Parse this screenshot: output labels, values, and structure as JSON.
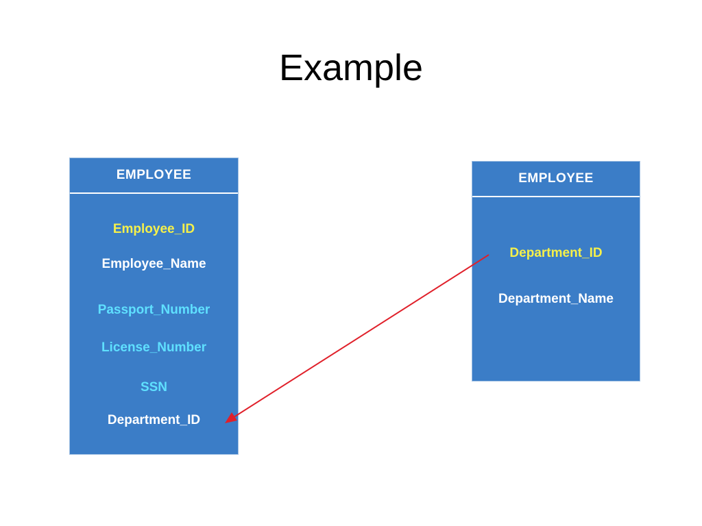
{
  "slide": {
    "title": "Example"
  },
  "entities": [
    {
      "title": "EMPLOYEE",
      "attributes": [
        {
          "label": "Employee_ID",
          "color": "#f5f04a"
        },
        {
          "label": "Employee_Name",
          "color": "#ffffff"
        },
        {
          "label": "Passport_Number",
          "color": "#5fe0ff"
        },
        {
          "label": "License_Number",
          "color": "#5fe0ff"
        },
        {
          "label": "SSN",
          "color": "#5fe0ff"
        },
        {
          "label": "Department_ID",
          "color": "#ffffff"
        }
      ]
    },
    {
      "title": "EMPLOYEE",
      "attributes": [
        {
          "label": "Department_ID",
          "color": "#f5f04a"
        },
        {
          "label": "Department_Name",
          "color": "#ffffff"
        }
      ]
    }
  ],
  "colors": {
    "entity_fill": "#3b7dc7",
    "arrow": "#e0202a",
    "key_attribute": "#f5f04a",
    "candidate_attribute": "#5fe0ff",
    "plain_attribute": "#ffffff"
  }
}
